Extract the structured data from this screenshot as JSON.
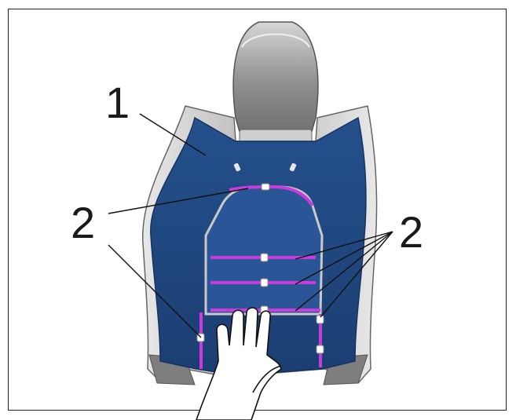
{
  "callouts": {
    "seat_back_panel": "1",
    "upper_clip_row": "2",
    "side_clip_rows": "2"
  },
  "colors": {
    "panel_blue": "#21467e",
    "clip_strip": "#c83cdc",
    "frame_gray": "#9a9a9a",
    "headrest_gray": "#8c8c8c"
  },
  "icons": {
    "hand": "hand-icon"
  }
}
